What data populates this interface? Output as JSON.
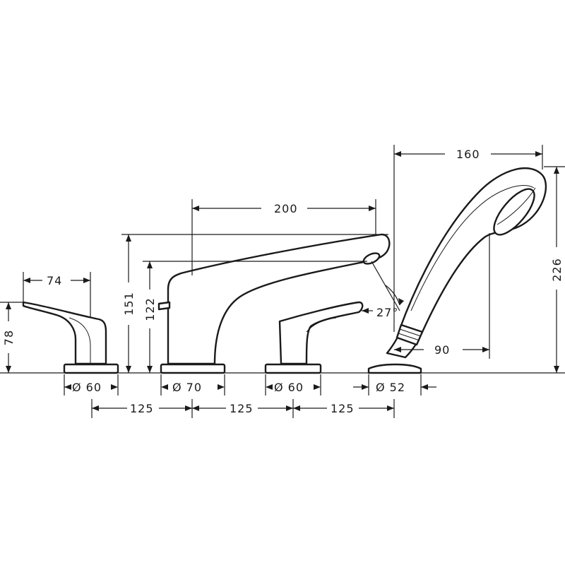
{
  "dimensions": {
    "hot_handle_length": "74",
    "hot_handle_height": "78",
    "hot_base_diameter": "Ø 60",
    "spout_reach": "200",
    "spout_height": "151",
    "spout_outlet_height": "122",
    "spout_base_diameter": "Ø 70",
    "cold_base_diameter": "Ø 60",
    "spout_angle": "27°",
    "shower_length": "160",
    "shower_height": "226",
    "shower_offset": "90",
    "shower_base_diameter": "Ø 52",
    "spacing_1": "125",
    "spacing_2": "125",
    "spacing_3": "125"
  }
}
